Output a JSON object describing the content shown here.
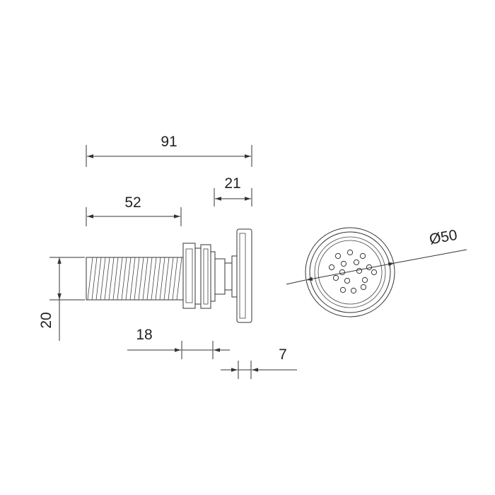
{
  "dimensions": {
    "overall_length": "91",
    "thread_length": "52",
    "flange_span": "21",
    "thread_diameter": "20",
    "nut_span": "18",
    "flange_thickness": "7",
    "face_diameter": "Ø50"
  },
  "colors": {
    "line": "#333333",
    "background": "#ffffff"
  }
}
